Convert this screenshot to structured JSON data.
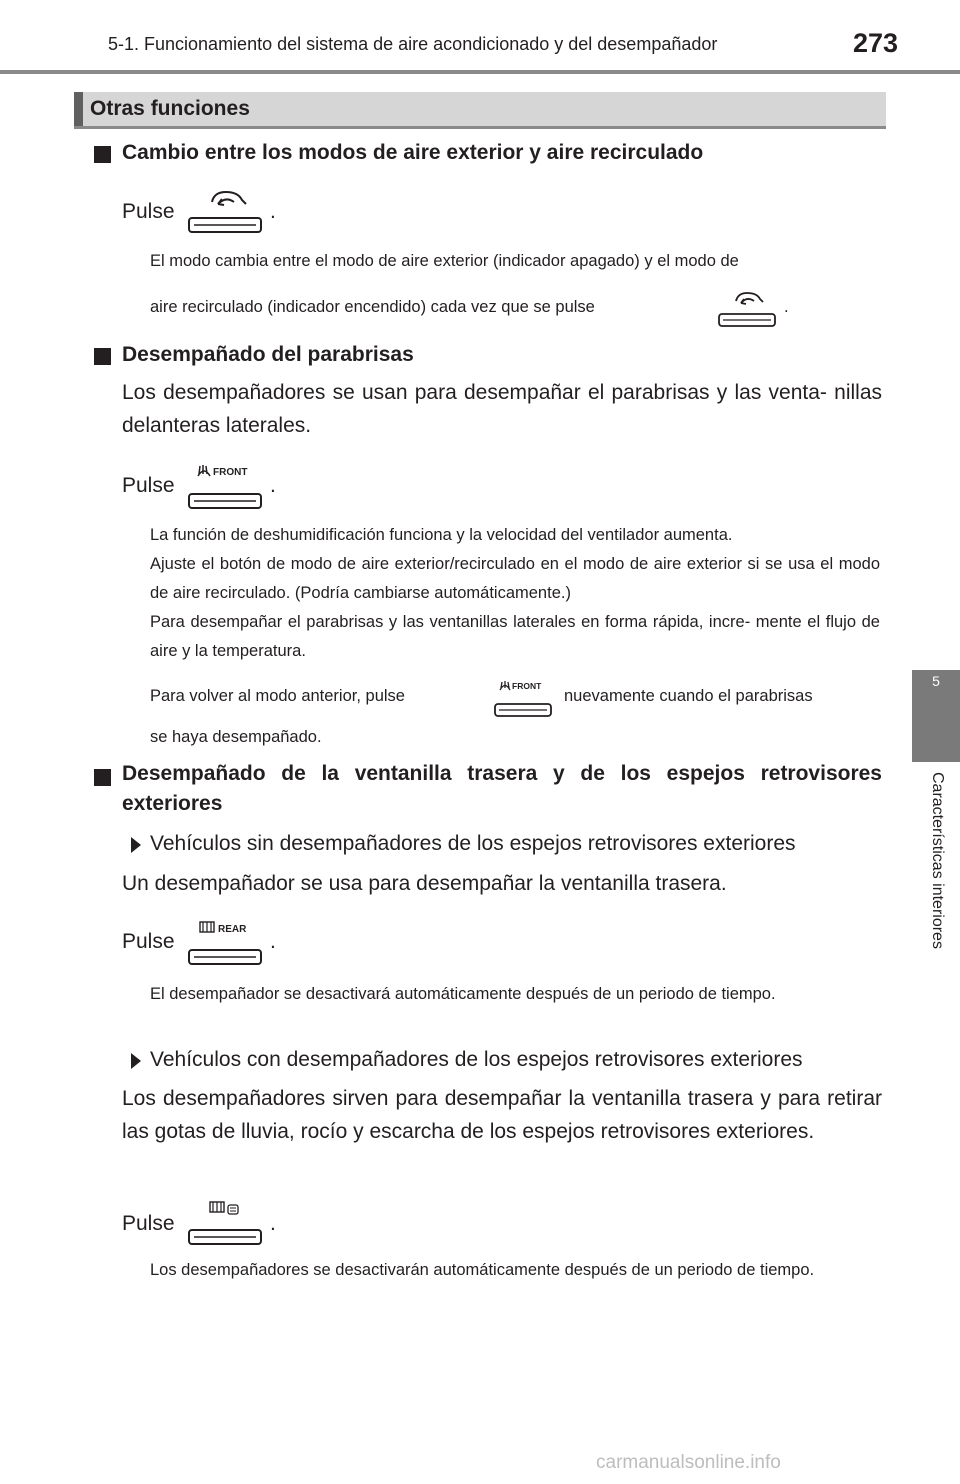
{
  "header": {
    "title": "5-1. Funcionamiento del sistema de aire acondicionado y del desempañador",
    "page_number": "273"
  },
  "side_tab": {
    "number": "5",
    "label": "Características interiores"
  },
  "section": {
    "title": "Otras funciones"
  },
  "blocks": {
    "recirc": {
      "heading": "Cambio entre los modos de aire exterior y aire recirculado",
      "pulse": "Pulse",
      "period": ".",
      "note_line1": "El modo cambia entre el modo de aire exterior (indicador apagado) y el modo de",
      "note_line2": "aire recirculado (indicador encendido) cada vez que se pulse",
      "note_period": "."
    },
    "windshield": {
      "heading": "Desempañado del parabrisas",
      "body": "Los desempañadores se usan para desempañar el parabrisas y las venta- nillas delanteras laterales.",
      "pulse": "Pulse",
      "period": ".",
      "button_label": "FRONT",
      "note1": "La función de deshumidificación funciona y la velocidad del ventilador aumenta.",
      "note2": "Ajuste el botón de modo de aire exterior/recirculado en el modo de aire exterior si se usa el modo de aire recirculado. (Podría cambiarse automáticamente.)",
      "note3": "Para desempañar el parabrisas y las ventanillas laterales en forma rápida, incre- mente el flujo de aire y la temperatura.",
      "note4_a": "Para volver al modo anterior, pulse",
      "note4_b": "nuevamente cuando el parabrisas",
      "note4_c": "se haya desempañado."
    },
    "rear": {
      "heading": "Desempañado de la ventanilla trasera y de los espejos retrovisores exteriores",
      "sub1": "Vehículos sin desempañadores de los espejos retrovisores exteriores",
      "sub1_body": "Un desempañador se usa para desempañar la ventanilla trasera.",
      "pulse1": "Pulse",
      "period1": ".",
      "button_label": "REAR",
      "sub1_note": "El desempañador se desactivará automáticamente después de un periodo de tiempo.",
      "sub2": "Vehículos con desempañadores de los espejos retrovisores exteriores",
      "sub2_body": "Los desempañadores sirven para desempañar la ventanilla trasera y para retirar las gotas de lluvia, rocío y escarcha de los espejos retrovisores exteriores.",
      "pulse2": "Pulse",
      "period2": ".",
      "sub2_note": "Los desempañadores se desactivarán automáticamente después de un periodo de tiempo."
    }
  },
  "watermark": "carmanualsonline.info",
  "icons": {
    "recirc": "recirculation-icon",
    "front_defog": "front-defroster-icon",
    "rear_defog": "rear-defroster-icon",
    "mirror_defog": "rear-and-mirror-defroster-icon"
  },
  "colors": {
    "text": "#231f20",
    "rule": "#8a8a8a",
    "section_bar": "#d6d6d6",
    "side_tab": "#7a7a7a"
  }
}
